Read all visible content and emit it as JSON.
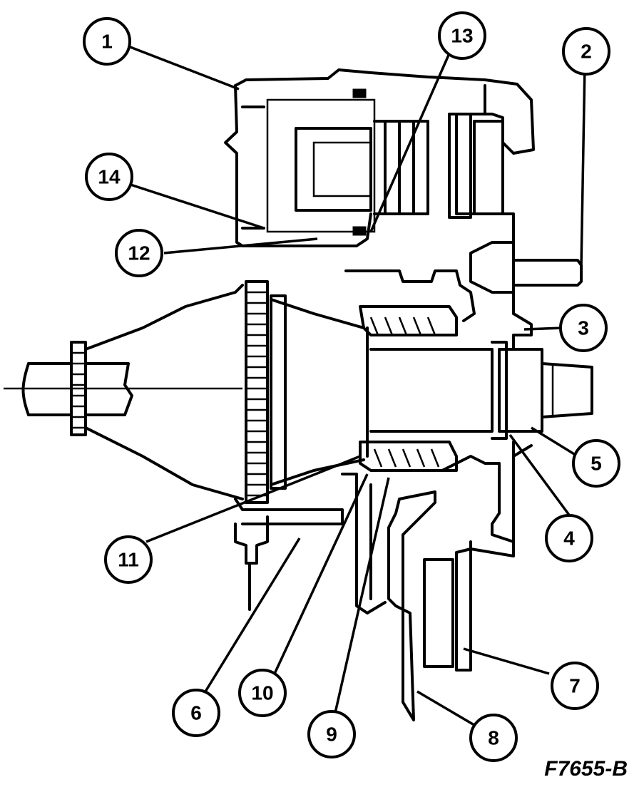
{
  "figure_code": "F7655-B",
  "callouts": [
    {
      "label": "1"
    },
    {
      "label": "2"
    },
    {
      "label": "3"
    },
    {
      "label": "4"
    },
    {
      "label": "5"
    },
    {
      "label": "6"
    },
    {
      "label": "7"
    },
    {
      "label": "8"
    },
    {
      "label": "9"
    },
    {
      "label": "10"
    },
    {
      "label": "11"
    },
    {
      "label": "12"
    },
    {
      "label": "13"
    },
    {
      "label": "14"
    }
  ]
}
